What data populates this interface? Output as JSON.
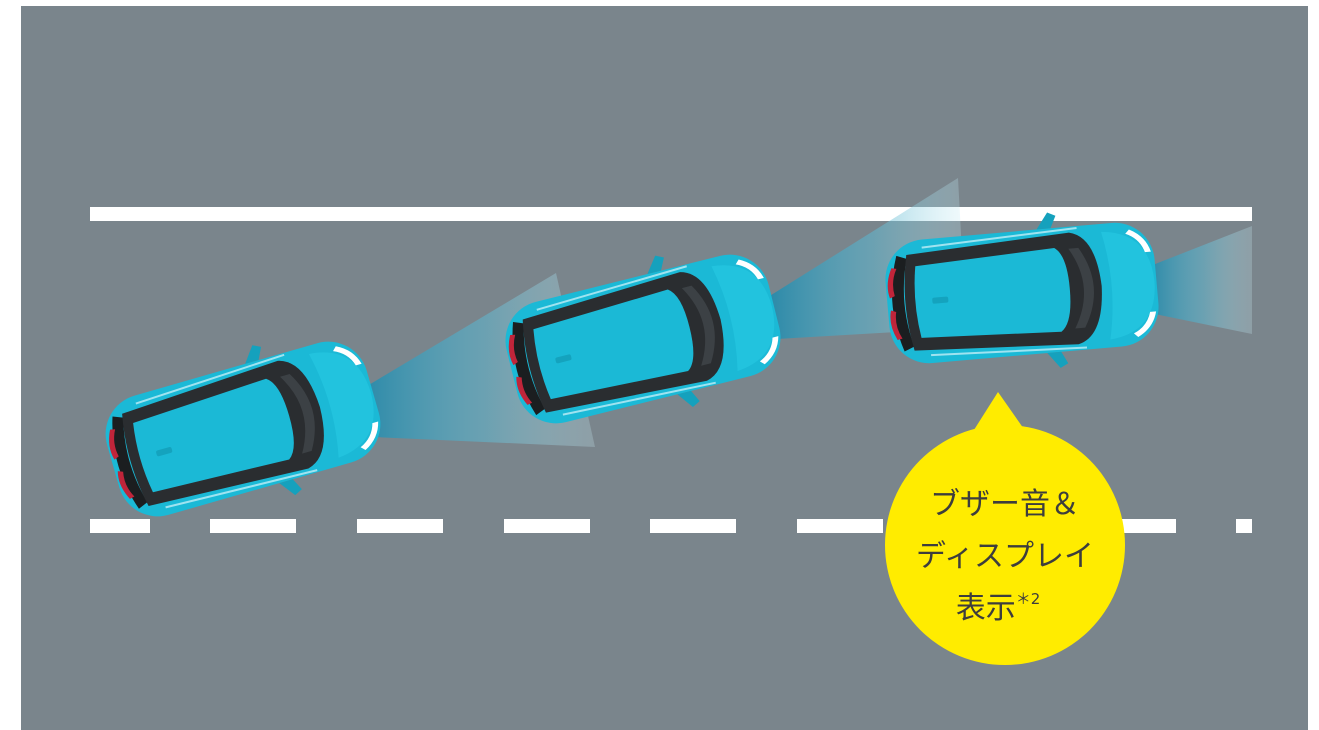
{
  "colors": {
    "road": "#7a858c",
    "lane_line": "#ffffff",
    "car_body": "#1bb9d6",
    "car_cabin": "#2a2d30",
    "car_roof": "#1bb9d6",
    "tail_light": "#c0253a",
    "beam": "#a7e3ef",
    "callout": "#ffec00",
    "callout_text": "#3d3d3d"
  },
  "cars": [
    {
      "id": "car-1",
      "name": "car-left"
    },
    {
      "id": "car-2",
      "name": "car-middle"
    },
    {
      "id": "car-3",
      "name": "car-right"
    }
  ],
  "callout": {
    "line1": "ブザー音＆",
    "line2": "ディスプレイ",
    "line3": "表示",
    "line3_sup": "＊2"
  }
}
